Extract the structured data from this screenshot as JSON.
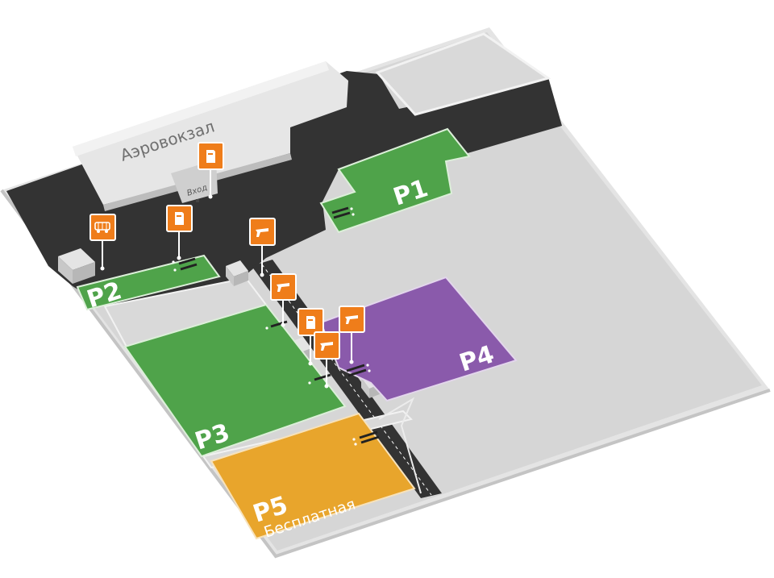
{
  "map": {
    "terminal_label": "Аэровокзал",
    "entrance_label": "Вход",
    "zones": [
      {
        "id": "P1",
        "label": "P1",
        "color": "#4fa34a"
      },
      {
        "id": "P2",
        "label": "P2",
        "color": "#4fa34a"
      },
      {
        "id": "P3",
        "label": "P3",
        "color": "#4fa34a"
      },
      {
        "id": "P4",
        "label": "P4",
        "color": "#8a5aab"
      },
      {
        "id": "P5",
        "label": "P5",
        "sublabel": "Бесплатная",
        "color": "#e8a52c"
      }
    ],
    "colors": {
      "road": "#333333",
      "ground": "#d6d6d6",
      "building": "#e2e2e2",
      "marker": "#ef7d1a"
    },
    "markers": [
      {
        "icon": "bus-icon"
      },
      {
        "icon": "ticket-icon"
      },
      {
        "icon": "ticket-icon"
      },
      {
        "icon": "gun-icon"
      },
      {
        "icon": "gun-icon"
      },
      {
        "icon": "ticket-icon"
      },
      {
        "icon": "gun-icon"
      },
      {
        "icon": "gun-icon"
      }
    ]
  }
}
